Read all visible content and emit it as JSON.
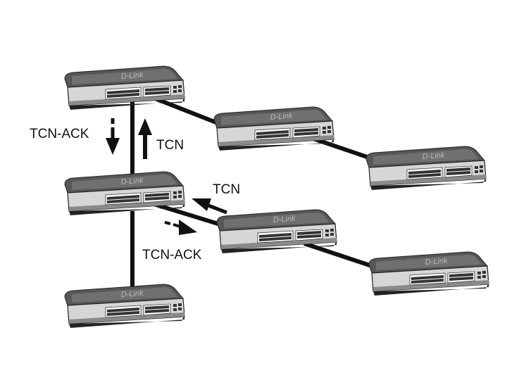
{
  "brand": "D-Link",
  "labels": {
    "tcn_ack_upper": "TCN-ACK",
    "tcn_upper": "TCN",
    "tcn_lower": "TCN",
    "tcn_ack_lower": "TCN-ACK"
  },
  "colors": {
    "background": "#ffffff",
    "cable": "#111111",
    "switch_top": "#5a5a5a",
    "switch_front": "#d8d8d8",
    "port": "#333333"
  }
}
